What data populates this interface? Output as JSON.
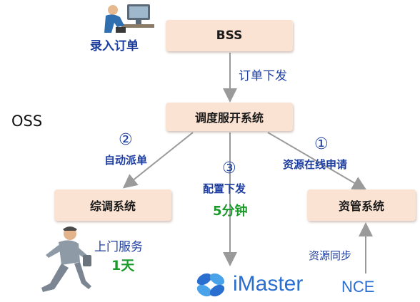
{
  "nodes": {
    "bss": "BSS",
    "dispatch": "调度服开系统",
    "integrated": "综调系统",
    "resource": "资管系统",
    "imaster": "iMaster",
    "imaster_suffix": "NCE"
  },
  "labels": {
    "oss": "OSS",
    "enter_order": "录入订单",
    "order_issue": "订单下发",
    "step1_num": "①",
    "step1_text": "资源在线申请",
    "step2_num": "②",
    "step2_text": "自动派单",
    "step3_num": "③",
    "step3_text": "配置下发",
    "config_time": "5分钟",
    "onsite_service": "上门服务",
    "service_time": "1天",
    "resource_sync": "资源同步"
  },
  "colors": {
    "box_fill": "#fbe3d3",
    "label_blue": "#1f3fa0",
    "time_green": "#1a9a2a",
    "imaster_blue": "#2a6fd0",
    "arrow": "#9a9a9a"
  }
}
